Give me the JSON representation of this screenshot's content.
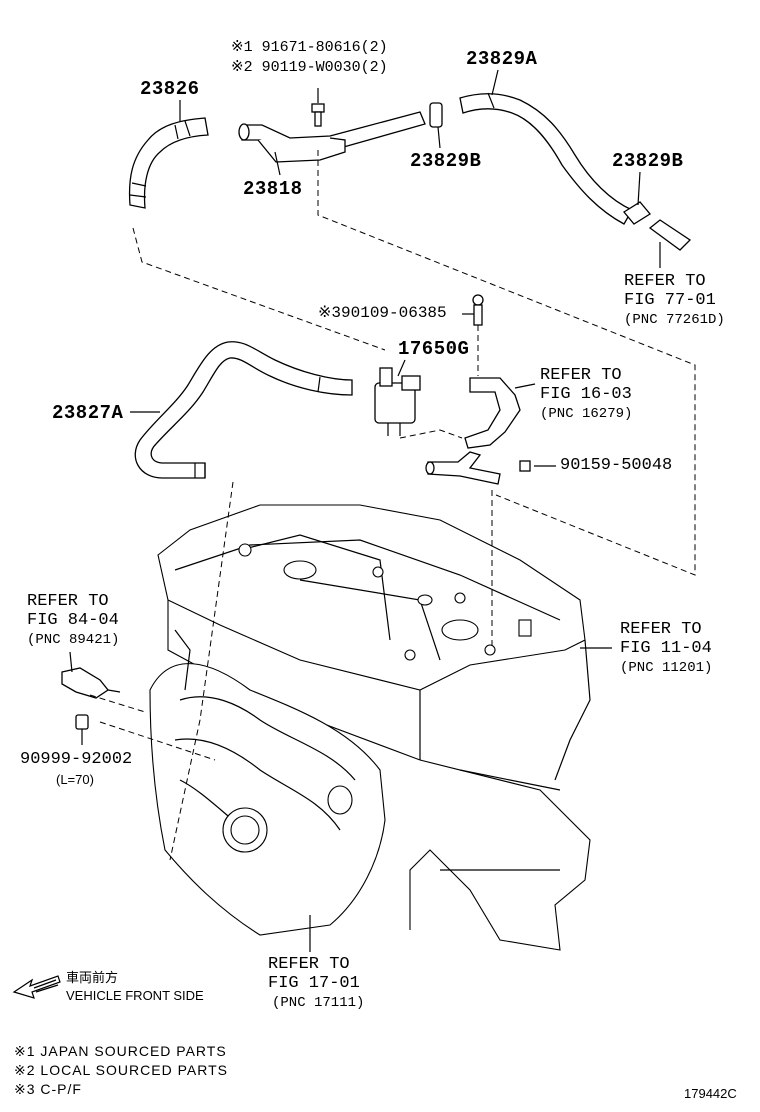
{
  "callouts": {
    "note1_part": "※1 91671-80616(2)",
    "note2_part": "※2 90119-W0030(2)",
    "p23826": "23826",
    "p23829a": "23829A",
    "p23818": "23818",
    "p23829b_left": "23829B",
    "p23829b_right": "23829B",
    "refer77_line1": "REFER TO",
    "refer77_line2": "FIG 77-01",
    "refer77_pnc": "(PNC 77261D)",
    "p90109": "※390109-06385",
    "p17650g": "17650G",
    "refer16_line1": "REFER TO",
    "refer16_line2": "FIG 16-03",
    "refer16_pnc": "(PNC 16279)",
    "p23827a": "23827A",
    "p90159": "90159-50048",
    "refer84_line1": "REFER TO",
    "refer84_line2": "FIG 84-04",
    "refer84_pnc": "(PNC 89421)",
    "refer11_line1": "REFER TO",
    "refer11_line2": "FIG 11-04",
    "refer11_pnc": "(PNC 11201)",
    "p90999": "90999-92002",
    "p90999_len": "(L=70)",
    "refer17_line1": "REFER TO",
    "refer17_line2": "FIG 17-01",
    "refer17_pnc": "(PNC 17111)"
  },
  "direction": {
    "japanese": "車両前方",
    "english": "VEHICLE FRONT SIDE",
    "icon": "arrow-left-icon"
  },
  "legend": [
    "※1 JAPAN SOURCED PARTS",
    "※2 LOCAL SOURCED PARTS",
    "※3 C-P/F"
  ],
  "figure_id": "179442C"
}
